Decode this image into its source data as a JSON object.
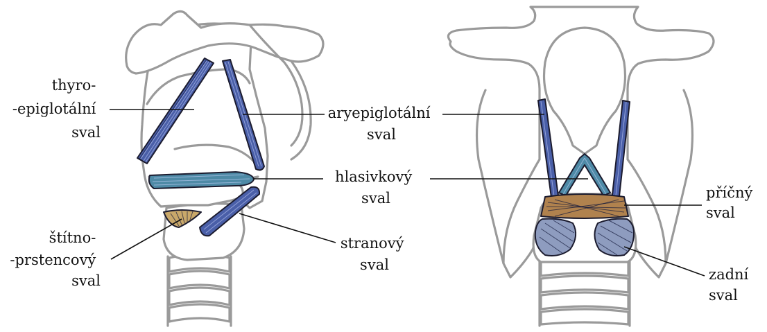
{
  "labels": {
    "thyro_epiglottic": [
      "thyro-",
      "-epiglotální",
      "sval"
    ],
    "aryepiglottic": [
      "aryepiglotální",
      "sval"
    ],
    "vocalis": [
      "hlasivkový",
      "sval"
    ],
    "cricothyroid": [
      "štítno-",
      "-prstencový",
      "sval"
    ],
    "lateral": [
      "stranový",
      "sval"
    ],
    "transverse": [
      "příčný",
      "sval"
    ],
    "posterior": [
      "zadní",
      "sval"
    ]
  },
  "colors": {
    "cartilage_outline": "#9a9a9a",
    "muscle_blue": "#4a5fa8",
    "muscle_teal": "#4e8aa6",
    "muscle_brown": "#b0824e",
    "muscle_tan": "#c9a86a",
    "muscle_gray_blue": "#8e9cbf"
  }
}
